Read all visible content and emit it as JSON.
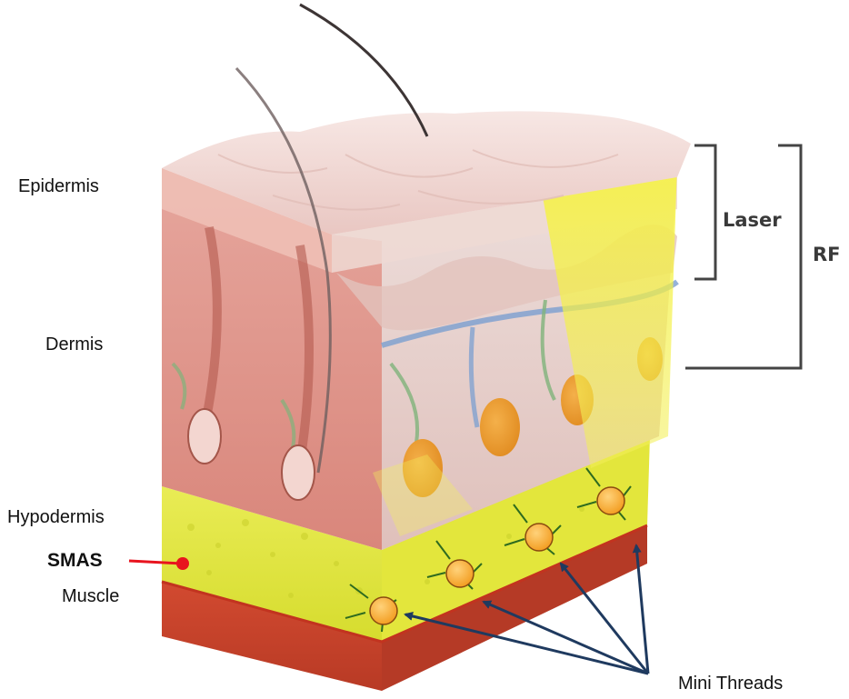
{
  "layers": {
    "epidermis": "Epidermis",
    "dermis": "Dermis",
    "hypodermis": "Hypodermis",
    "smas": "SMAS",
    "muscle": "Muscle"
  },
  "brackets": {
    "laser": "Laser",
    "rf": "RF"
  },
  "callout": {
    "mini_threads": "Mini Threads"
  },
  "colors": {
    "smas_pointer": "#e8141e",
    "thread_arrows": "#1f3a5f",
    "thread_node": "#f5a623",
    "energy_beam": "#f4f02a",
    "dermis": "#e9a49a",
    "hypodermis": "#dfe640",
    "muscle": "#c9412a"
  }
}
